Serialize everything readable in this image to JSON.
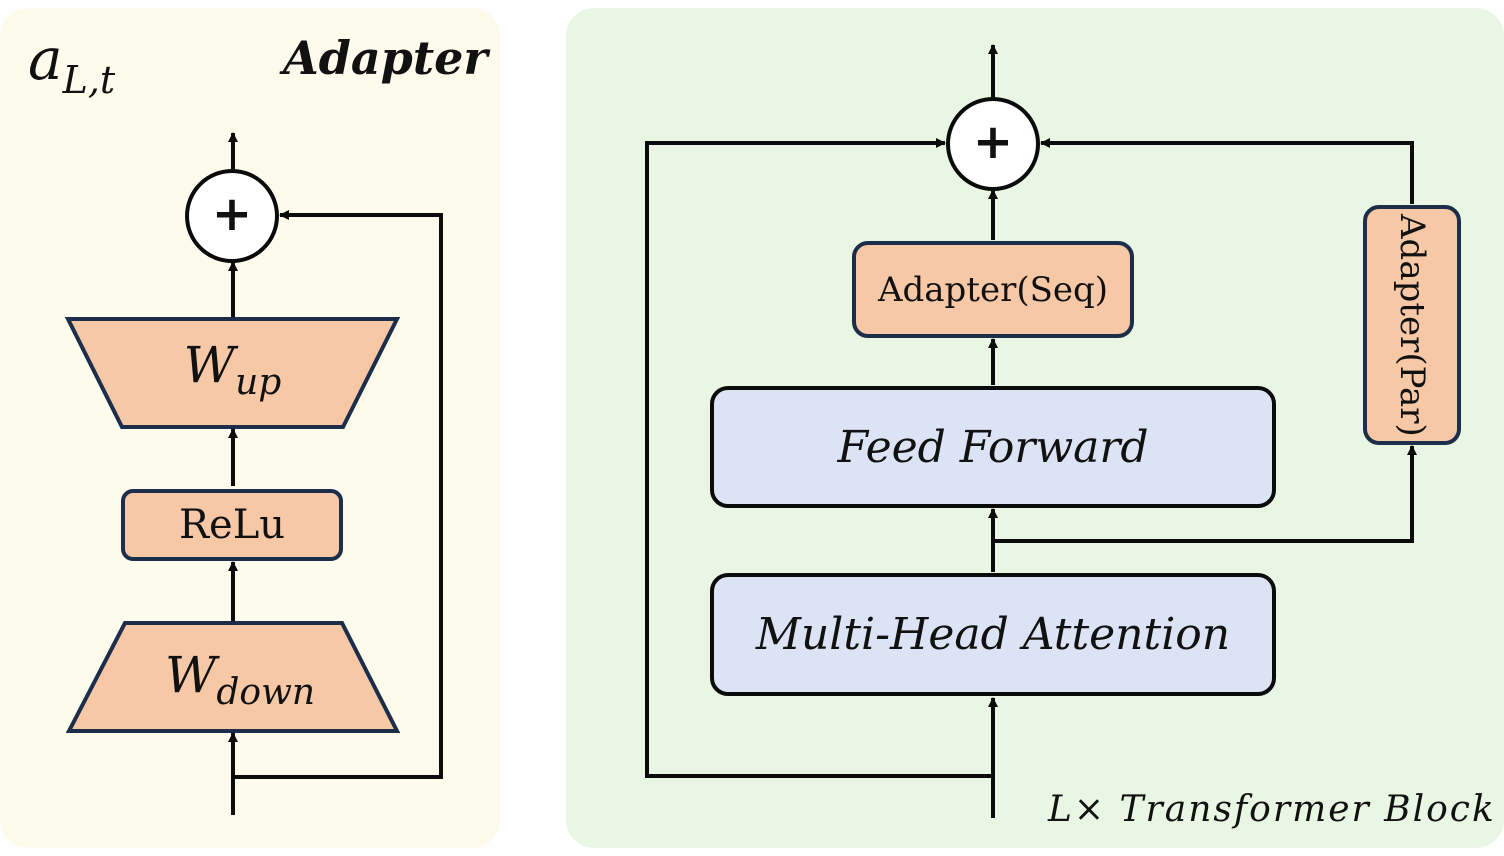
{
  "adapter": {
    "symbol_main": "a",
    "symbol_sub": "L,t",
    "title": "Adapter",
    "w_up_main": "W",
    "w_up_sub": "up",
    "relu_label": "ReLu",
    "w_down_main": "W",
    "w_down_sub": "down",
    "sum_symbol": "+"
  },
  "transformer": {
    "adapter_seq_label": "Adapter(Seq)",
    "adapter_par_label": "Adapter(Par)",
    "feed_forward_label": "Feed Forward",
    "attention_label": "Multi-Head Attention",
    "sum_symbol": "+",
    "block_caption": "L× Transformer Block"
  },
  "colors": {
    "adapter_bg": "#fcfbec",
    "transformer_bg": "#e9f6e3",
    "orange_fill": "#f7c8a6",
    "blue_fill": "#dbe3f4",
    "navy_border": "#1c2e4a",
    "line": "#0b0b0b"
  }
}
